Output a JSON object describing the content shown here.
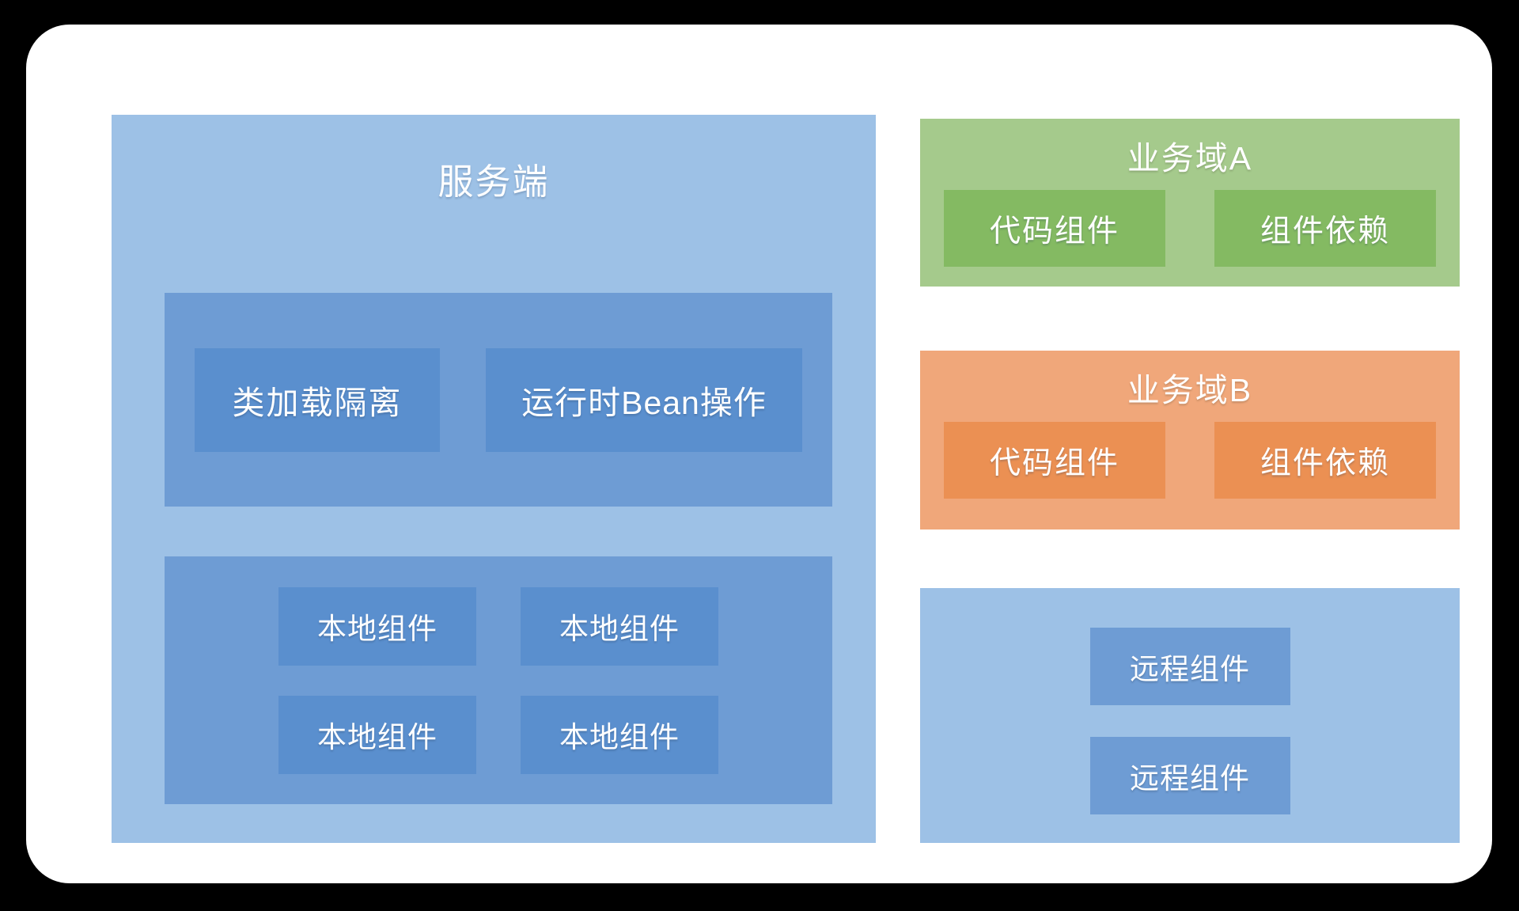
{
  "colors": {
    "background": "#000000",
    "card": "#ffffff",
    "server_outer_blue": "#9dc1e6",
    "group_mid_blue": "#6e9cd4",
    "chip_deep_blue": "#5a8fce",
    "domain_a_outer_green": "#a5ca8c",
    "domain_a_chip_green": "#84ba62",
    "domain_b_outer_orange": "#f0a77a",
    "domain_b_chip_orange": "#eb9053",
    "text": "#ffffff"
  },
  "server": {
    "title": "服务端",
    "runtime_group": {
      "items": [
        "类加载隔离",
        "运行时Bean操作"
      ]
    },
    "local_group": {
      "items": [
        "本地组件",
        "本地组件",
        "本地组件",
        "本地组件"
      ]
    }
  },
  "domain_a": {
    "title": "业务域A",
    "items": [
      "代码组件",
      "组件依赖"
    ]
  },
  "domain_b": {
    "title": "业务域B",
    "items": [
      "代码组件",
      "组件依赖"
    ]
  },
  "remote_group": {
    "items": [
      "远程组件",
      "远程组件"
    ]
  }
}
